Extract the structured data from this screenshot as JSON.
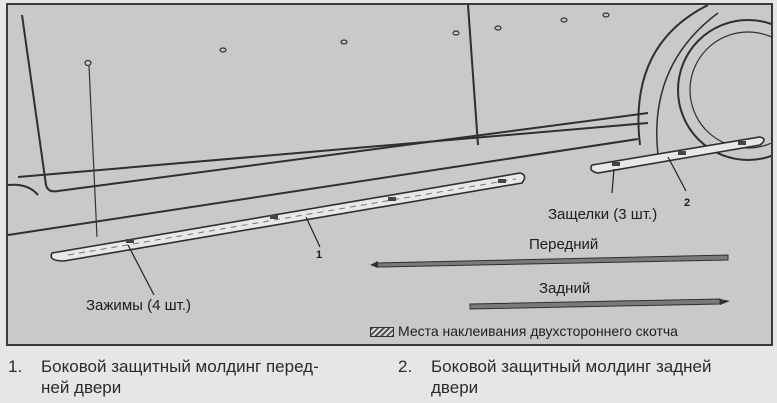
{
  "diagram": {
    "label_clips": "Зажимы (4 шт.)",
    "label_latches": "Защелки (3 шт.)",
    "label_front": "Передний",
    "label_rear": "Задний",
    "callout_1": "1",
    "callout_2": "2",
    "legend_text": "Места наклеивания двухстороннего скотча"
  },
  "captions": [
    {
      "number": "1.",
      "text": "Боковой защитный молдинг перед-\nней двери"
    },
    {
      "number": "2.",
      "text": "Боковой защитный молдинг задней\nдвери"
    }
  ]
}
